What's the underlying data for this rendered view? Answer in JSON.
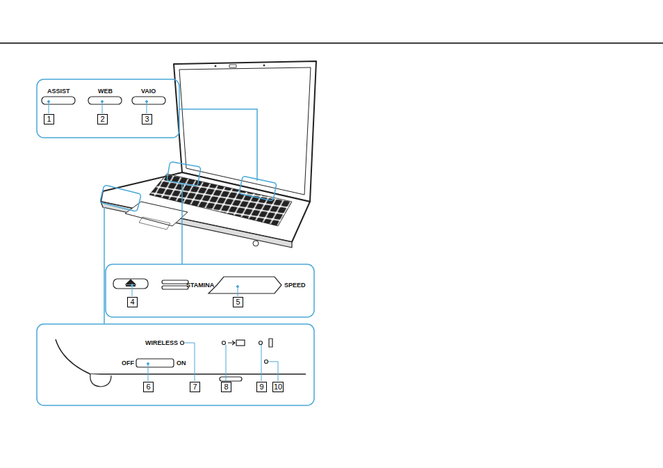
{
  "diagram": {
    "labels": [
      "ASSIST",
      "WEB",
      "VAIO",
      "1",
      "2",
      "3",
      "4",
      "STAMINA",
      "SPEED",
      "5",
      "WIRELESS",
      "OFF",
      "ON",
      "6",
      "7",
      "8",
      "9",
      "10"
    ]
  }
}
